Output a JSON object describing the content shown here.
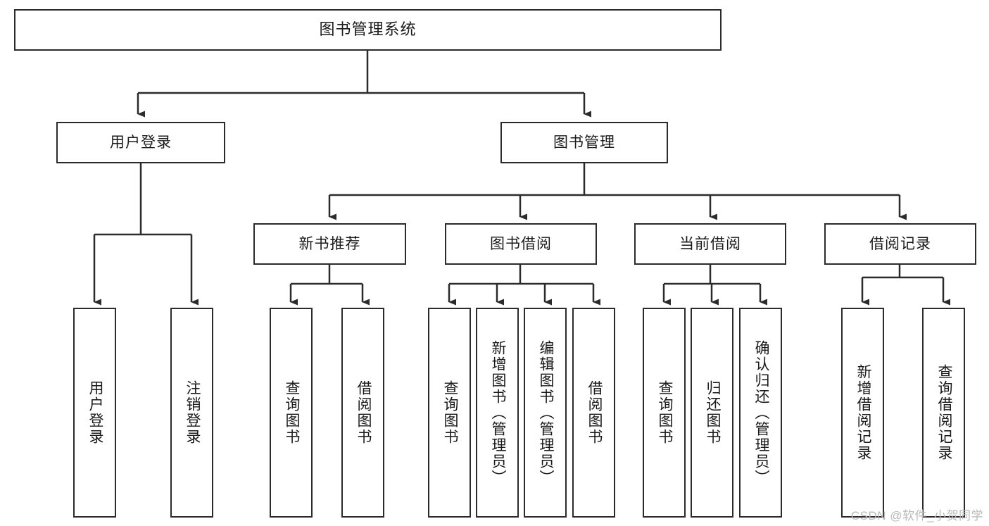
{
  "diagram": {
    "title": "图书管理系统",
    "type": "tree-hierarchy-chart",
    "watermark": "CSDN @软件_小贺同学",
    "colors": {
      "stroke": "#2b2b2b",
      "fill": "#ffffff",
      "text": "#1a1a1a",
      "watermark": "#b9b9b9"
    },
    "levels": {
      "root": {
        "label": "图书管理系统"
      },
      "level2": [
        {
          "id": "login",
          "label": "用户登录"
        },
        {
          "id": "book-manage",
          "label": "图书管理"
        }
      ],
      "level3": [
        {
          "id": "new-book-rec",
          "label": "新书推荐"
        },
        {
          "id": "book-borrow",
          "label": "图书借阅"
        },
        {
          "id": "current-borrow",
          "label": "当前借阅"
        },
        {
          "id": "borrow-record",
          "label": "借阅记录"
        }
      ],
      "leaves": {
        "login": [
          {
            "id": "user-login",
            "label": "用户登录"
          },
          {
            "id": "user-logout",
            "label": "注销登录"
          }
        ],
        "new-book-rec": [
          {
            "id": "query-book-1",
            "label": "查询图书"
          },
          {
            "id": "borrow-book-1",
            "label": "借阅图书"
          }
        ],
        "book-borrow": [
          {
            "id": "query-book-2",
            "label": "查询图书"
          },
          {
            "id": "add-book",
            "label": "新增图书（管理员）"
          },
          {
            "id": "edit-book",
            "label": "编辑图书（管理员）"
          },
          {
            "id": "borrow-book-2",
            "label": "借阅图书"
          }
        ],
        "current-borrow": [
          {
            "id": "query-book-3",
            "label": "查询图书"
          },
          {
            "id": "return-book",
            "label": "归还图书"
          },
          {
            "id": "confirm-return",
            "label": "确认归还（管理员）"
          }
        ],
        "borrow-record": [
          {
            "id": "add-record",
            "label": "新增借阅记录"
          },
          {
            "id": "query-record",
            "label": "查询借阅记录"
          }
        ]
      }
    }
  }
}
